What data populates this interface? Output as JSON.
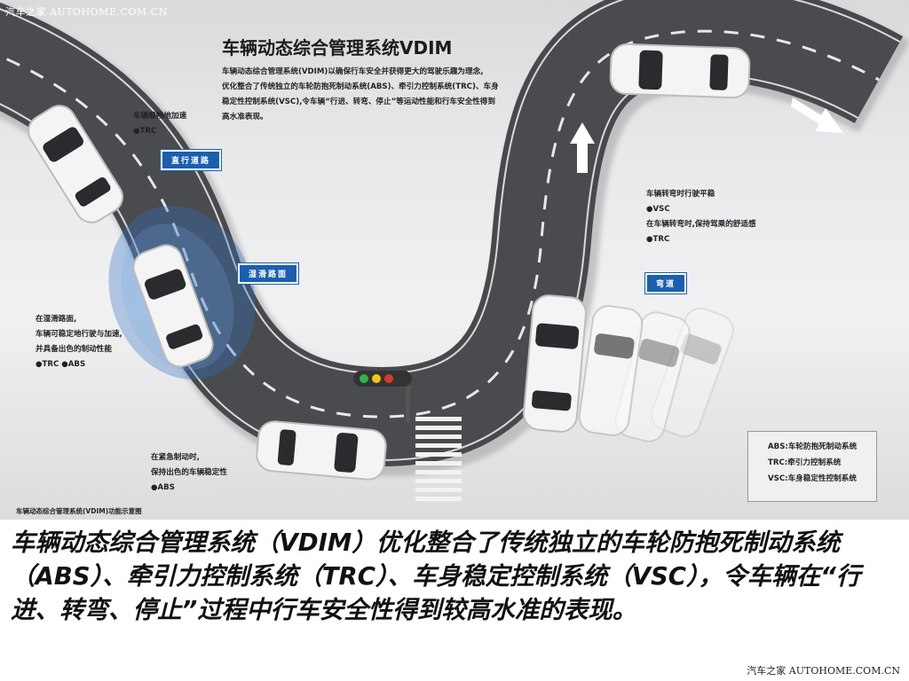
{
  "watermark_top": "汽车之家 AUTOHOME.COM.CN",
  "watermark_bottom": "汽车之家 AUTOHOME.COM.CN",
  "figure": {
    "title": "车辆动态综合管理系统VDIM",
    "intro_lines": [
      "车辆动态综合管理系统(VDIM)以确保行车安全并获得更大的驾驶乐趣为理念,",
      "优化整合了传统独立的车轮防抱死制动系统(ABS)、牵引力控制系统(TRC)、车身",
      "稳定性控制系统(VSC),令车辆“行进、转弯、停止”等运动性能和行车安全性得到",
      "高水准表现。"
    ],
    "straight": {
      "tag": "直行道路",
      "lines": [
        "车辆顺畅地加速",
        "●TRC"
      ]
    },
    "slippery": {
      "tag": "湿滑路面",
      "lines": [
        "在湿滑路面,",
        "车辆可稳定地行驶与加速,",
        "并具备出色的制动性能",
        "●TRC ●ABS"
      ]
    },
    "corner": {
      "tag": "弯道",
      "lines": [
        "车辆转弯时行驶平稳",
        "●VSC",
        "在车辆转弯时,保持驾乘的舒适感",
        "●TRC"
      ]
    },
    "braking": {
      "lines": [
        "在紧急制动时,",
        "保持出色的车辆稳定性",
        "●ABS"
      ]
    },
    "legend": [
      "ABS:车轮防抱死制动系统",
      "TRC:牵引力控制系统",
      "VSC:车身稳定性控制系统"
    ],
    "caption_small": "车辆动态综合管理系统(VDIM)功能示意图"
  },
  "caption_text": "车辆动态综合管理系统（VDIM）优化整合了传统独立的车轮防抱死制动系统（ABS）、牵引力控制系统（TRC）、车身稳定控制系统（VSC），令车辆在“行进、转弯、停止”过程中行车安全性得到较高水准的表现。",
  "colors": {
    "tag_blue": "#1a5fb0",
    "road": "#4a4b4e",
    "water": "#2d6fc4"
  },
  "icons": [
    "traffic-light-icon",
    "direction-arrow-icon",
    "car-icon"
  ]
}
